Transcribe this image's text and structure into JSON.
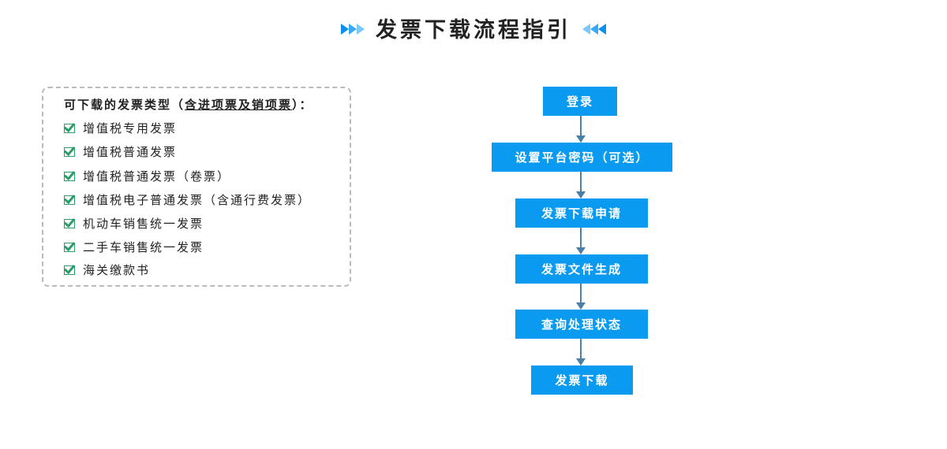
{
  "title": "发票下载流程指引",
  "types": {
    "heading_prefix": "可下载的发票类型（",
    "heading_underlined": "含进项票及销项票",
    "heading_suffix": "）：",
    "items": [
      "增值税专用发票",
      "增值税普通发票",
      "增值税普通发票（卷票）",
      "增值税电子普通发票（含通行费发票）",
      "机动车销售统一发票",
      "二手车销售统一发票",
      "海关缴款书"
    ]
  },
  "flow": [
    "登录",
    "设置平台密码（可选）",
    "发票下载申请",
    "发票文件生成",
    "查询处理状态",
    "发票下载"
  ],
  "colors": {
    "accent": "#0a9af0",
    "check": "#2a9d6a"
  }
}
